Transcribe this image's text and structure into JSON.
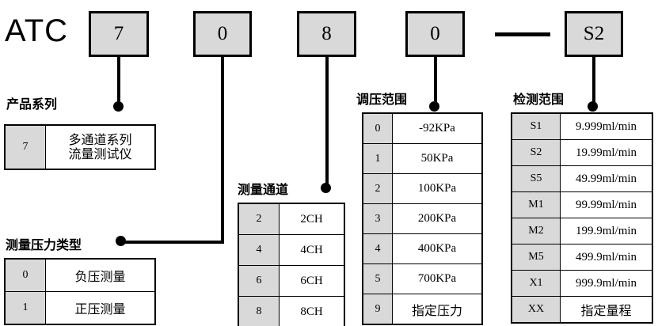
{
  "model": {
    "brand": "ATC",
    "segments": [
      {
        "name": "series-code",
        "value": "7"
      },
      {
        "name": "pressure-type-code",
        "value": "0"
      },
      {
        "name": "channel-code",
        "value": "8"
      },
      {
        "name": "pressure-range-code",
        "value": "0"
      },
      {
        "name": "detection-range-code",
        "value": "S2"
      }
    ],
    "separator": "—"
  },
  "sections": {
    "series": {
      "label": "产品系列",
      "rows": [
        {
          "code": "7",
          "desc_line1": "多通道系列",
          "desc_line2": "流量测试仪"
        }
      ]
    },
    "pressure_type": {
      "label": "测量压力类型",
      "rows": [
        {
          "code": "0",
          "desc": "负压测量"
        },
        {
          "code": "1",
          "desc": "正压测量"
        }
      ]
    },
    "channels": {
      "label": "测量通道",
      "rows": [
        {
          "code": "2",
          "desc": "2CH"
        },
        {
          "code": "4",
          "desc": "4CH"
        },
        {
          "code": "6",
          "desc": "6CH"
        },
        {
          "code": "8",
          "desc": "8CH"
        }
      ]
    },
    "pressure_range": {
      "label": "调压范围",
      "rows": [
        {
          "code": "0",
          "desc": "-92KPa"
        },
        {
          "code": "1",
          "desc": "50KPa"
        },
        {
          "code": "2",
          "desc": "100KPa"
        },
        {
          "code": "3",
          "desc": "200KPa"
        },
        {
          "code": "4",
          "desc": "400KPa"
        },
        {
          "code": "5",
          "desc": "700KPa"
        },
        {
          "code": "9",
          "desc": "指定压力"
        }
      ]
    },
    "detection_range": {
      "label": "检测范围",
      "rows": [
        {
          "code": "S1",
          "desc": "9.999ml/min"
        },
        {
          "code": "S2",
          "desc": "19.99ml/min"
        },
        {
          "code": "S5",
          "desc": "49.99ml/min"
        },
        {
          "code": "M1",
          "desc": "99.99ml/min"
        },
        {
          "code": "M2",
          "desc": "199.9ml/min"
        },
        {
          "code": "M5",
          "desc": "499.9ml/min"
        },
        {
          "code": "X1",
          "desc": "999.9ml/min"
        },
        {
          "code": "XX",
          "desc": "指定量程"
        }
      ]
    }
  },
  "colors": {
    "code_fill": "#d9d9d9",
    "line": "#000000",
    "background": "#ffffff"
  }
}
